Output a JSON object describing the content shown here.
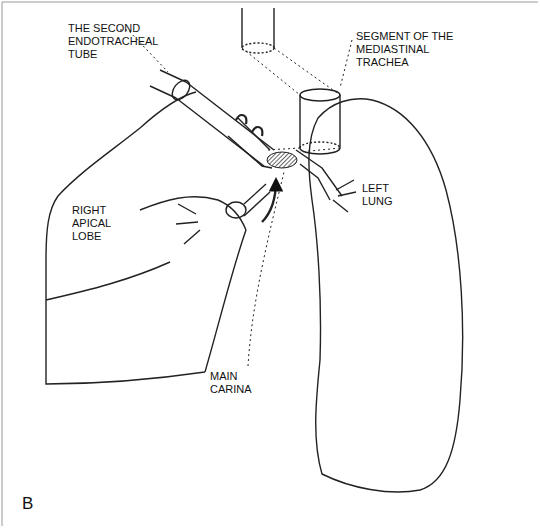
{
  "diagram": {
    "labels": [
      "SEGMENT OF THE MEDIASTINAL TRACHEA",
      "THE SECOND ENDOTRACHEAL TUBE",
      "RIGHT APICAL LOBE",
      "LEFT LUNG",
      "MAIN CARINA",
      "B"
    ]
  }
}
